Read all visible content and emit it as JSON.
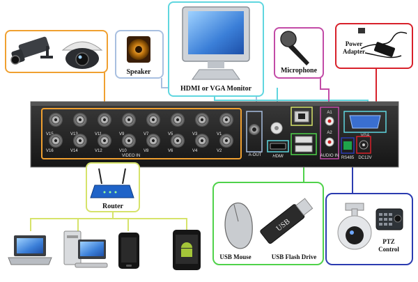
{
  "labels": {
    "speaker": "Speaker",
    "monitor": "HDMI or VGA Monitor",
    "microphone": "Microphone",
    "power_adapter_line1": "Power",
    "power_adapter_line2": "Adapter",
    "router": "Router",
    "usb_mouse": "USB Mouse",
    "usb_flash_drive": "USB Flash Drive",
    "ptz_line1": "PTZ",
    "ptz_line2": "Control",
    "usb_stick_text": "USB"
  },
  "panel": {
    "video_in": "VIDEO IN",
    "a_out": "A-OUT",
    "hdmi": "HDMI",
    "vga": "VGA",
    "a1": "A1",
    "a2": "A2",
    "audio_in": "AUDIO IN",
    "rs485": "RS485",
    "dc12v": "DC12V",
    "top_channels": [
      "V15",
      "V13",
      "V11",
      "V9",
      "V7",
      "V5",
      "V3",
      "V1"
    ],
    "bottom_channels": [
      "V16",
      "V14",
      "V12",
      "V10",
      "V8",
      "V6",
      "V4",
      "V2"
    ]
  },
  "colors": {
    "cameras": "#f0a030",
    "speaker": "#a8bfe0",
    "monitor": "#5fd6df",
    "microphone": "#c24aa6",
    "power": "#d8202a",
    "router": "#d6e36a",
    "usb": "#4fd24a",
    "ptz": "#2b3bb0"
  },
  "icons": [
    "cctv-camera-icon",
    "speaker-icon",
    "monitor-icon",
    "microphone-icon",
    "power-adapter-icon",
    "router-icon",
    "laptop-icon",
    "desktop-pc-icon",
    "smartphone-icon",
    "android-phone-icon",
    "mouse-icon",
    "usb-drive-icon",
    "ptz-camera-icon",
    "ptz-keyboard-icon"
  ]
}
